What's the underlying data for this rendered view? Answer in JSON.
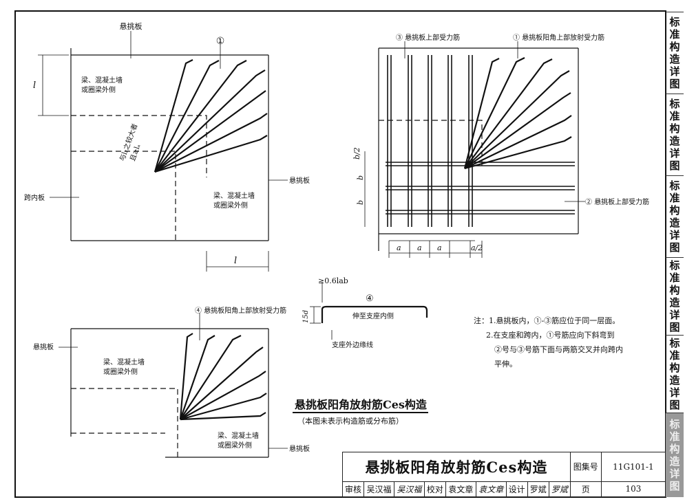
{
  "drawing_title": "悬挑板阳角放射筋Ces构造",
  "caption_title": "悬挑板阳角放射筋Ces构造",
  "caption_note": "（本图未表示构造筋或分布筋）",
  "side_tabs": [
    "标准构造详图",
    "标准构造详图",
    "标准构造详图",
    "标准构造详图",
    "标准构造详图"
  ],
  "labels": {
    "cantilever_slab": "悬挑板",
    "beam_wall": "梁、混凝土墙",
    "beam_outer": "或圈梁外侧",
    "inner_slab": "跨内板",
    "l_y": "l",
    "l_x": "l",
    "anchor_note1": "与l₂之较大者",
    "anchor_note2": "且≥lₐ",
    "bar1_num": "①",
    "bar1_label": "悬挑板阳角上部放射受力筋",
    "bar2_label": "悬挑板上部受力筋",
    "bar3_label": "悬挑板上部受力筋",
    "bar4_label": "悬挑板阳角上部放射受力筋",
    "dim_b2": "b/2",
    "dim_b": "b",
    "dim_a": "a",
    "dim_a2": "a/2",
    "anchor_len": "≥0.6lab",
    "hook_15d": "15d",
    "extend_support": "伸至支座内侧",
    "support_edge": "支座外边缘线",
    "circled_4": "④"
  },
  "notes": [
    "注：1.悬挑板内，①-③筋应位于同一层面。",
    "2.在支座和跨内，①号筋应向下斜弯到",
    "②号与③号筋下面与两筋交叉并向跨内",
    "平伸。"
  ],
  "title_block": {
    "atlas_label": "图集号",
    "atlas_no": "11G101-1",
    "page_label": "页",
    "page_no": "103",
    "review_label": "审核",
    "reviewer": "吴汉福",
    "reviewer_sig": "吴汉福",
    "check_label": "校对",
    "checker": "袁文章",
    "checker_sig": "袁文章",
    "design_label": "设计",
    "designer": "罗斌",
    "designer_sig": "罗斌"
  }
}
